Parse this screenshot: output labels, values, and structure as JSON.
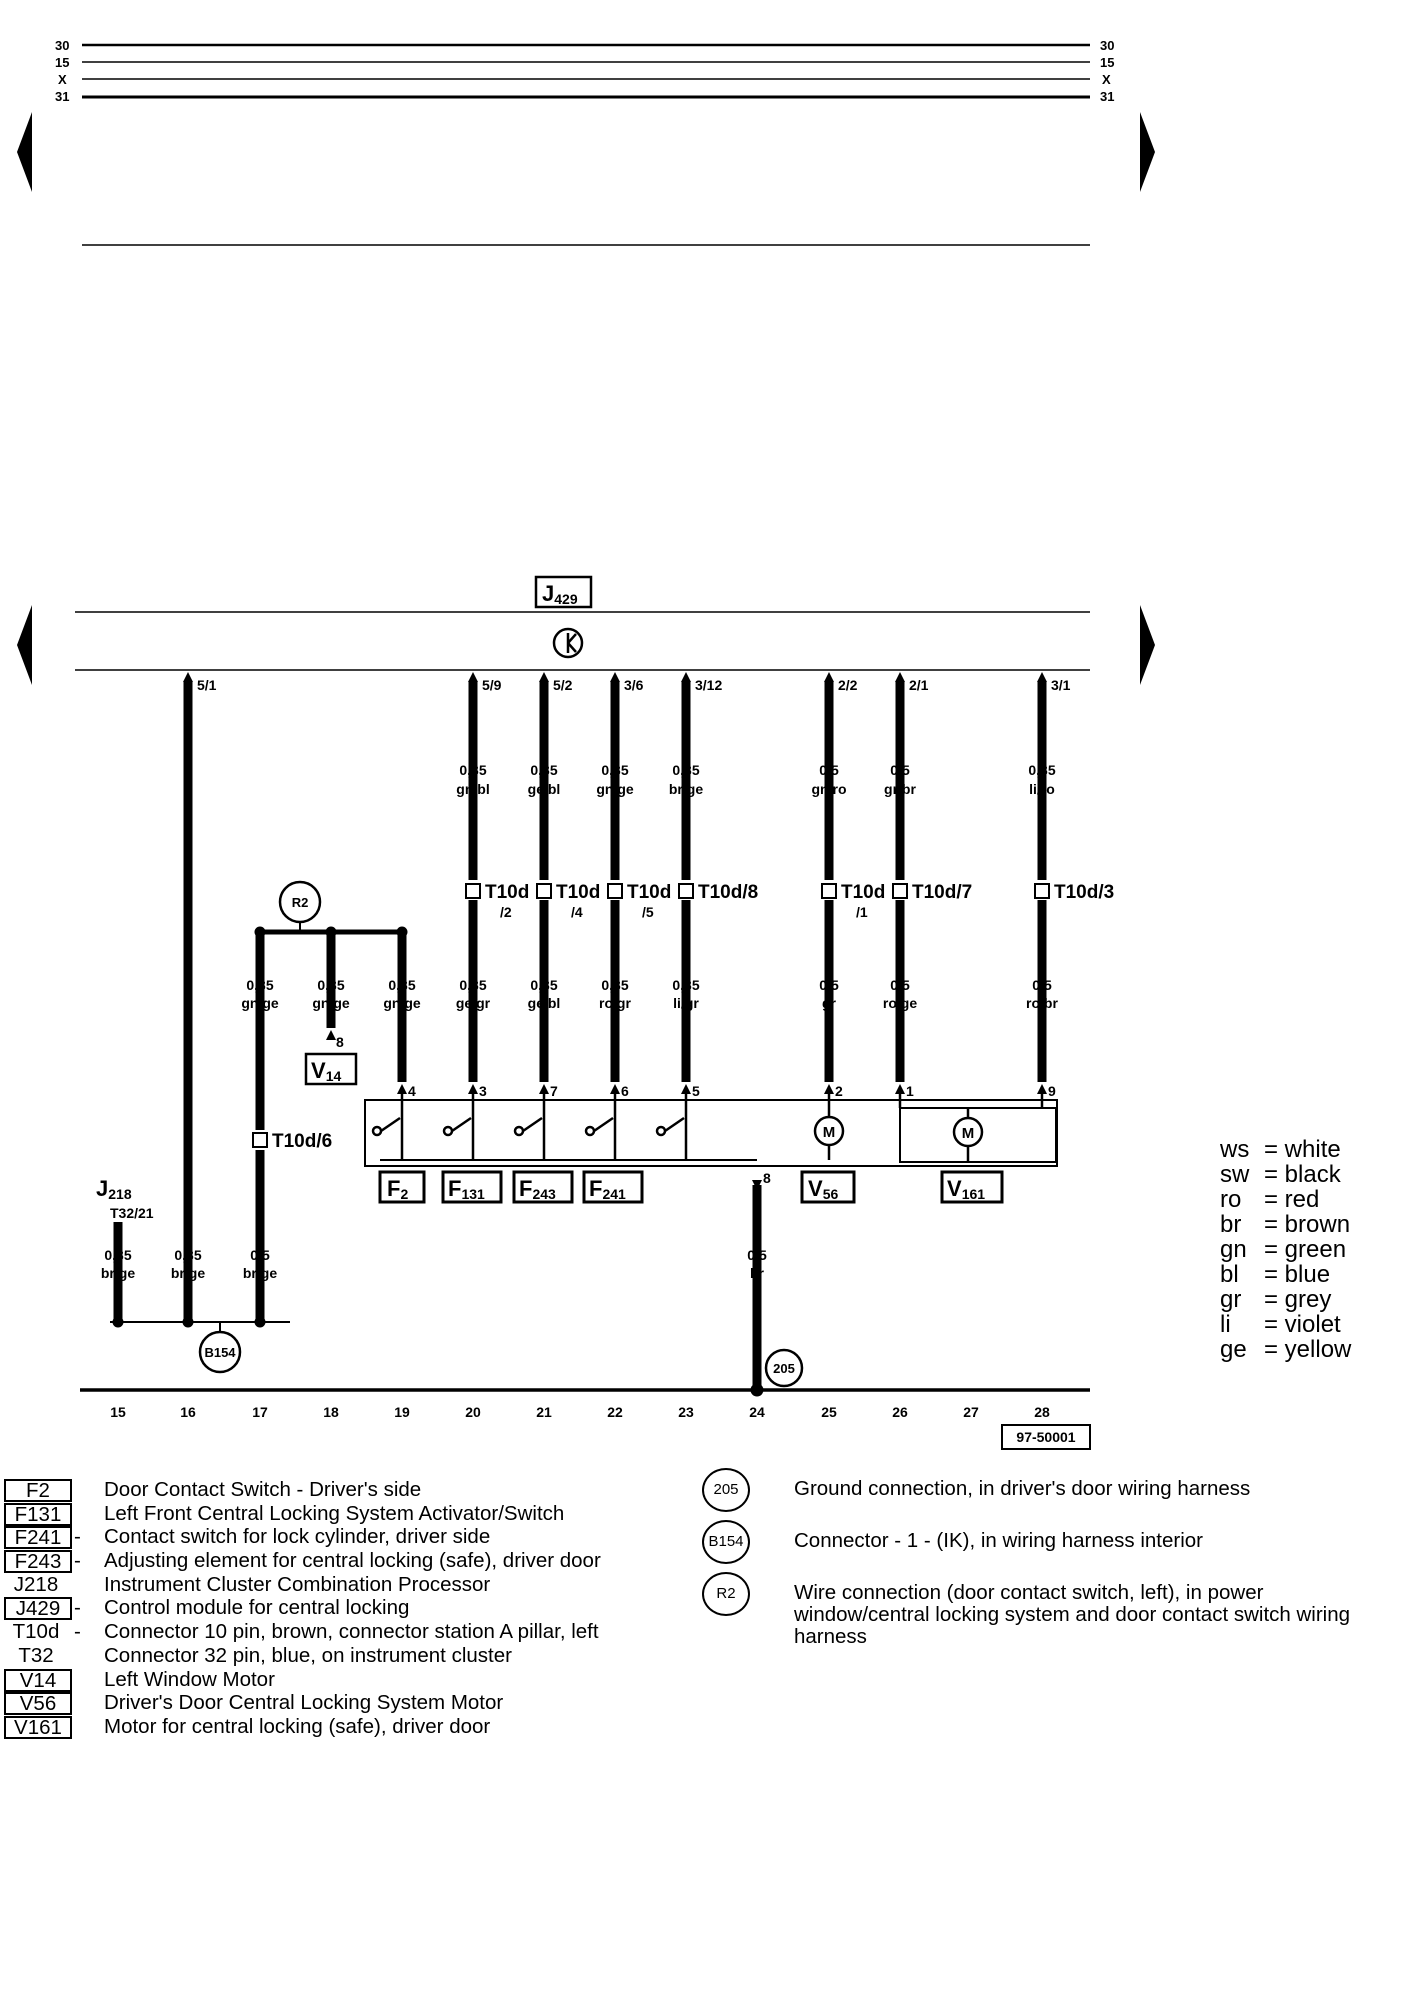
{
  "top_rails": {
    "labels": [
      "30",
      "15",
      "X",
      "31"
    ]
  },
  "control_module": {
    "code": "J429",
    "code_main": "J",
    "code_sub": "429",
    "symbol": "clock-icon"
  },
  "drops": [
    {
      "pin": "5/1",
      "gauge": "",
      "color": "",
      "connector": "",
      "conn_sub": "",
      "gauge2": "0,35",
      "color2": "br/ge"
    },
    {
      "pin": "5/9",
      "gauge": "0,35",
      "color": "gn/bl",
      "connector": "T10d",
      "conn_sub": "/2",
      "gauge2": "0,35",
      "color2": "ge/gr",
      "pin2": "3"
    },
    {
      "pin": "5/2",
      "gauge": "0,35",
      "color": "ge/bl",
      "connector": "T10d",
      "conn_sub": "/4",
      "gauge2": "0,35",
      "color2": "ge/bl",
      "pin2": "7"
    },
    {
      "pin": "3/6",
      "gauge": "0,35",
      "color": "gn/ge",
      "connector": "T10d",
      "conn_sub": "/5",
      "gauge2": "0,35",
      "color2": "ro/gr",
      "pin2": "6"
    },
    {
      "pin": "3/12",
      "gauge": "0,35",
      "color": "br/ge",
      "connector": "T10d/8",
      "conn_sub": "",
      "gauge2": "0,35",
      "color2": "li/gr",
      "pin2": "5"
    },
    {
      "pin": "2/2",
      "gauge": "0,5",
      "color": "gn/ro",
      "connector": "T10d",
      "conn_sub": "/1",
      "gauge2": "0,5",
      "color2": "gr",
      "pin2": "2"
    },
    {
      "pin": "2/1",
      "gauge": "0,5",
      "color": "gr/br",
      "connector": "T10d/7",
      "conn_sub": "",
      "gauge2": "0,5",
      "color2": "ro/ge",
      "pin2": "1"
    },
    {
      "pin": "3/1",
      "gauge": "0,35",
      "color": "li/ro",
      "connector": "T10d/3",
      "conn_sub": "",
      "gauge2": "0,5",
      "color2": "ro/br",
      "pin2": "9"
    }
  ],
  "r2_branch": {
    "label": "R2",
    "wires": [
      {
        "gauge": "0,35",
        "color": "gn/ge"
      },
      {
        "gauge": "0,35",
        "color": "gn/ge",
        "pin": "8"
      },
      {
        "gauge": "0,35",
        "color": "gn/ge",
        "pin": "4"
      }
    ],
    "connector": "T10d/6",
    "lower_gauge": "0,5",
    "lower_color": "br/ge"
  },
  "j218": {
    "code_main": "J",
    "code_sub": "218",
    "pin": "T32/21",
    "gauge": "0,35",
    "color": "br/ge"
  },
  "b154": "B154",
  "ground_205": {
    "label": "205",
    "pin": "8",
    "gauge": "0,5",
    "color": "br"
  },
  "components": [
    {
      "main": "F",
      "sub": "2"
    },
    {
      "main": "F",
      "sub": "131"
    },
    {
      "main": "F",
      "sub": "243"
    },
    {
      "main": "F",
      "sub": "241"
    },
    {
      "main": "V",
      "sub": "56"
    },
    {
      "main": "V",
      "sub": "161"
    },
    {
      "main": "V",
      "sub": "14"
    }
  ],
  "motor_symbol": "M",
  "columns": [
    "15",
    "16",
    "17",
    "18",
    "19",
    "20",
    "21",
    "22",
    "23",
    "24",
    "25",
    "26",
    "27",
    "28"
  ],
  "figure_ref": "97-50001",
  "color_legend": [
    {
      "code": "ws",
      "name": "= white"
    },
    {
      "code": "sw",
      "name": "= black"
    },
    {
      "code": "ro",
      "name": "= red"
    },
    {
      "code": "br",
      "name": "= brown"
    },
    {
      "code": "gn",
      "name": "= green"
    },
    {
      "code": "bl",
      "name": "= blue"
    },
    {
      "code": "gr",
      "name": "= grey"
    },
    {
      "code": "li",
      "name": "= violet"
    },
    {
      "code": "ge",
      "name": "= yellow"
    }
  ],
  "component_keys": [
    {
      "code": "F2",
      "boxed": true,
      "dash": "",
      "desc": "Door Contact Switch - Driver's side"
    },
    {
      "code": "F131",
      "boxed": true,
      "dash": "",
      "desc": "Left Front Central Locking System Activator/Switch"
    },
    {
      "code": "F241",
      "boxed": true,
      "dash": "-",
      "desc": "Contact switch for lock cylinder, driver side"
    },
    {
      "code": "F243",
      "boxed": true,
      "dash": "-",
      "desc": "Adjusting element for central locking (safe), driver door"
    },
    {
      "code": "J218",
      "boxed": false,
      "dash": "",
      "desc": "Instrument Cluster Combination Processor"
    },
    {
      "code": "J429",
      "boxed": true,
      "dash": "-",
      "desc": "Control module for central locking"
    },
    {
      "code": "T10d",
      "boxed": false,
      "dash": "-",
      "desc": "Connector 10 pin, brown, connector station A pillar, left"
    },
    {
      "code": "T32",
      "boxed": false,
      "dash": "",
      "desc": "Connector 32 pin, blue, on instrument cluster"
    },
    {
      "code": "V14",
      "boxed": true,
      "dash": "",
      "desc": "Left Window Motor"
    },
    {
      "code": "V56",
      "boxed": true,
      "dash": "",
      "desc": "Driver's Door Central Locking System Motor"
    },
    {
      "code": "V161",
      "boxed": true,
      "dash": "",
      "desc": "Motor for central locking (safe), driver door"
    }
  ],
  "ground_keys": [
    {
      "symbol": "205",
      "desc": "Ground connection, in driver's door wiring harness"
    },
    {
      "symbol": "B154",
      "desc": "Connector - 1 - (IK), in wiring harness interior"
    },
    {
      "symbol": "R2",
      "desc": "Wire connection (door contact switch, left), in power window/central locking system and door contact switch wiring harness"
    }
  ]
}
